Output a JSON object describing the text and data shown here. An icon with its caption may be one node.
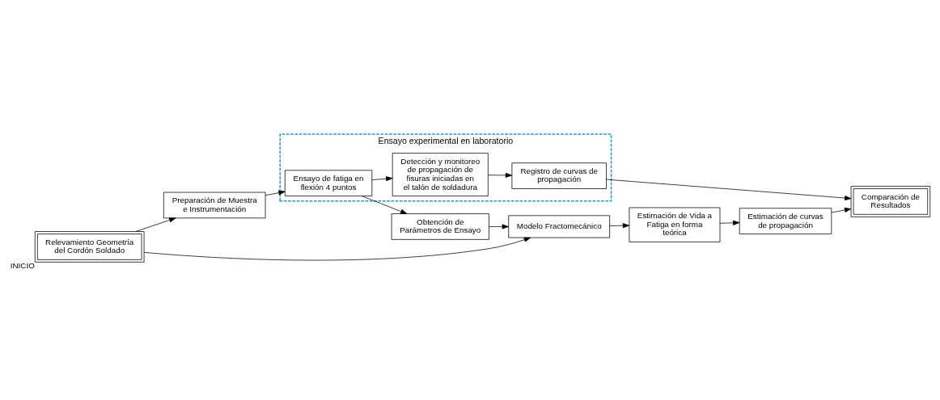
{
  "diagram": {
    "nodes": [
      {
        "text": [
          "Ensayo experimental en laboratorio"
        ]
      },
      {
        "text": [
          "Ensayo de fatiga en flexión 4 puntos"
        ],
        "in": 0
      },
      {
        "text": [
          "Detección y monitoreo de propagación de fisuras iniciadas en el talón de soldadura"
        ],
        "in": 0
      },
      {
        "text": [
          "Registro de curvas de propagación"
        ],
        "in": 0
      },
      {
        "text": [
          "Preparación de Muestra e Instrumentación"
        ]
      },
      {
        "text": [
          "Relevamiento Geometría del Cordón Soldado"
        ],
        "beside": [
          "INICIO"
        ]
      },
      {
        "text": [
          "Obtención de Parámetros de Ensayo"
        ]
      },
      {
        "text": [
          "Modelo Fractomecánico"
        ]
      },
      {
        "text": [
          "Estimación de Vida a Fatiga en forma teórica"
        ]
      },
      {
        "text": [
          "Estimación de curvas de propagación"
        ]
      },
      {
        "text": [
          "Comparación de Resultados"
        ]
      }
    ],
    "edges": [
      {
        "from": 5,
        "to": 4,
        "arrow": "to"
      },
      {
        "from": 4,
        "to": 1,
        "arrow": "to"
      },
      {
        "from": 1,
        "to": 2,
        "arrow": "to"
      },
      {
        "from": 2,
        "to": 3,
        "arrow": "to"
      },
      {
        "from": 3,
        "to": 10,
        "arrow": "to"
      },
      {
        "from": 1,
        "to": 6,
        "arrow": "to"
      },
      {
        "from": 6,
        "to": 7,
        "arrow": "to"
      },
      {
        "from": 5,
        "to": 7,
        "arrow": "to"
      },
      {
        "from": 7,
        "to": 8,
        "arrow": "to"
      },
      {
        "from": 8,
        "to": 9,
        "arrow": "to"
      },
      {
        "from": 9,
        "to": 10,
        "arrow": "to"
      }
    ]
  }
}
